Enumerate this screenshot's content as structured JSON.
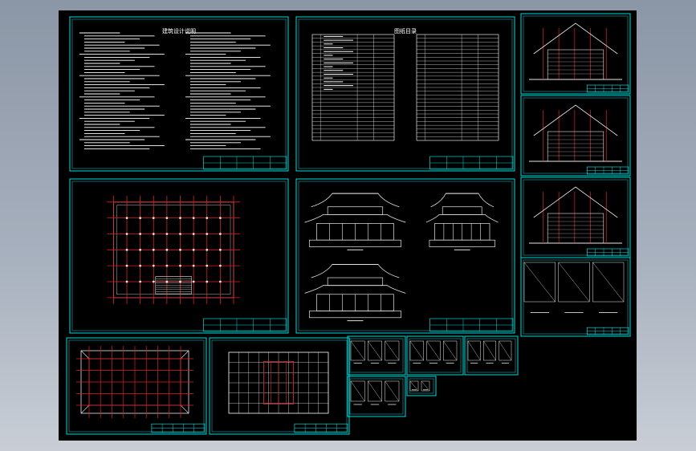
{
  "app": {
    "window_title": "",
    "background_color": "#000000",
    "sheet_frame_color": "#00d8d8",
    "drawing_line_color": "#e8e8e8",
    "axis_line_color": "#e02020",
    "annotation_color": "#ffffff"
  },
  "drawing_set": {
    "sheets": [
      {
        "id": "design-notes",
        "title": "建筑设计说明",
        "content": "text-notes"
      },
      {
        "id": "drawing-index",
        "title": "图纸目录",
        "content": "index-table"
      },
      {
        "id": "section-1",
        "title": "",
        "content": "section"
      },
      {
        "id": "section-2",
        "title": "",
        "content": "section"
      },
      {
        "id": "section-3",
        "title": "",
        "content": "section"
      },
      {
        "id": "details-1",
        "title": "",
        "content": "details"
      },
      {
        "id": "floor-plan",
        "title": "",
        "content": "plan"
      },
      {
        "id": "elevations",
        "title": "",
        "content": "elevations"
      },
      {
        "id": "roof-plan",
        "title": "",
        "content": "plan"
      },
      {
        "id": "framing-plan",
        "title": "",
        "content": "plan"
      },
      {
        "id": "details-2",
        "title": "",
        "content": "details"
      },
      {
        "id": "details-3",
        "title": "",
        "content": "details"
      },
      {
        "id": "details-4",
        "title": "",
        "content": "details"
      },
      {
        "id": "details-5",
        "title": "",
        "content": "details"
      },
      {
        "id": "details-6",
        "title": "",
        "content": "details"
      }
    ]
  }
}
